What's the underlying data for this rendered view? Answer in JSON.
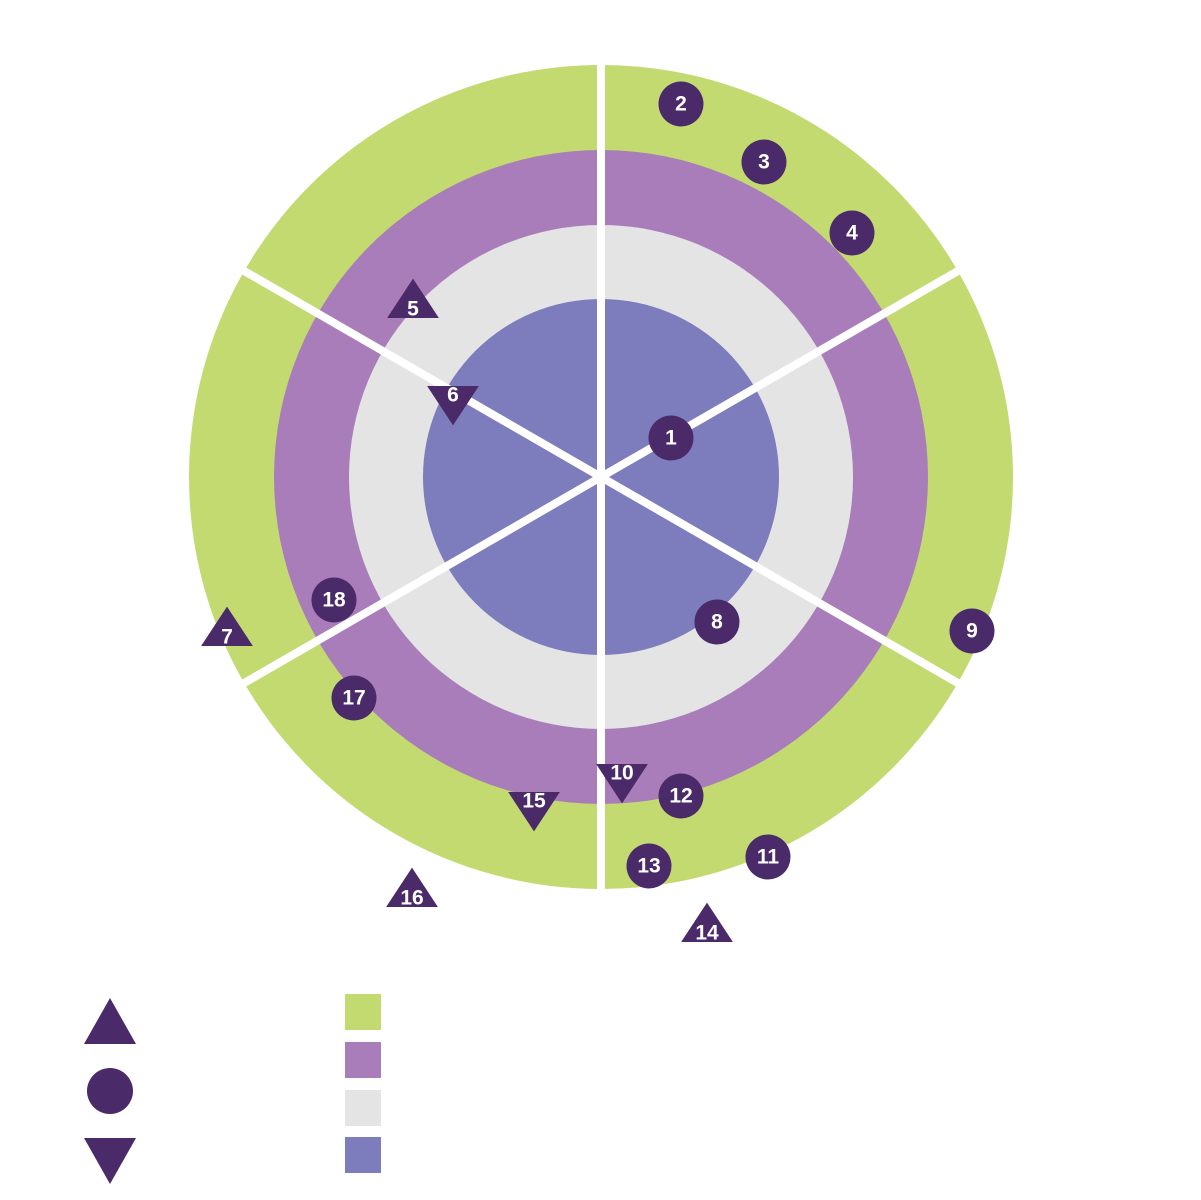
{
  "colors": {
    "ring_outer": "#c3da71",
    "ring_second": "#a97db9",
    "ring_third": "#e4e4e4",
    "ring_inner": "#7d7cbd",
    "marker": "#4a2a68",
    "divider": "#ffffff"
  },
  "rings": [
    {
      "id": "outer",
      "color_key": "ring_outer"
    },
    {
      "id": "second",
      "color_key": "ring_second"
    },
    {
      "id": "third",
      "color_key": "ring_third"
    },
    {
      "id": "inner",
      "color_key": "ring_inner"
    }
  ],
  "sectors": 6,
  "markers": [
    {
      "label": "1",
      "shape": "circle"
    },
    {
      "label": "2",
      "shape": "circle"
    },
    {
      "label": "3",
      "shape": "circle"
    },
    {
      "label": "4",
      "shape": "circle"
    },
    {
      "label": "5",
      "shape": "triangle-up"
    },
    {
      "label": "6",
      "shape": "triangle-down"
    },
    {
      "label": "7",
      "shape": "triangle-up"
    },
    {
      "label": "8",
      "shape": "circle"
    },
    {
      "label": "9",
      "shape": "circle"
    },
    {
      "label": "10",
      "shape": "triangle-down"
    },
    {
      "label": "11",
      "shape": "circle"
    },
    {
      "label": "12",
      "shape": "circle"
    },
    {
      "label": "13",
      "shape": "circle"
    },
    {
      "label": "14",
      "shape": "triangle-up"
    },
    {
      "label": "15",
      "shape": "triangle-down"
    },
    {
      "label": "16",
      "shape": "triangle-up"
    },
    {
      "label": "17",
      "shape": "circle"
    },
    {
      "label": "18",
      "shape": "circle"
    }
  ],
  "legend": {
    "shapes": [
      {
        "shape": "triangle-up",
        "icon": "triangle-up-icon"
      },
      {
        "shape": "circle",
        "icon": "circle-icon"
      },
      {
        "shape": "triangle-down",
        "icon": "triangle-down-icon"
      }
    ],
    "swatches": [
      {
        "color_key": "ring_outer"
      },
      {
        "color_key": "ring_second"
      },
      {
        "color_key": "ring_third"
      },
      {
        "color_key": "ring_inner"
      }
    ]
  }
}
